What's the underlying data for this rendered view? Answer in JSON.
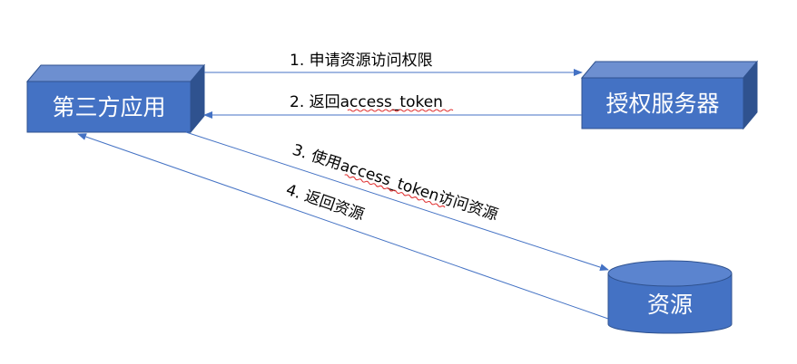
{
  "nodes": {
    "third_party_app": "第三方应用",
    "auth_server": "授权服务器",
    "resource": "资源"
  },
  "edges": {
    "request_permission": "1. 申请资源访问权限",
    "return_token": "2. 返回access_token",
    "use_token": "3. 使用access_token访问资源",
    "return_resource": "4. 返回资源"
  },
  "colors": {
    "node_front": "#4472c4",
    "node_top": "#6d8fd0",
    "node_side": "#2f528f",
    "node_stroke": "#2f528f",
    "edge": "#4472c4"
  }
}
